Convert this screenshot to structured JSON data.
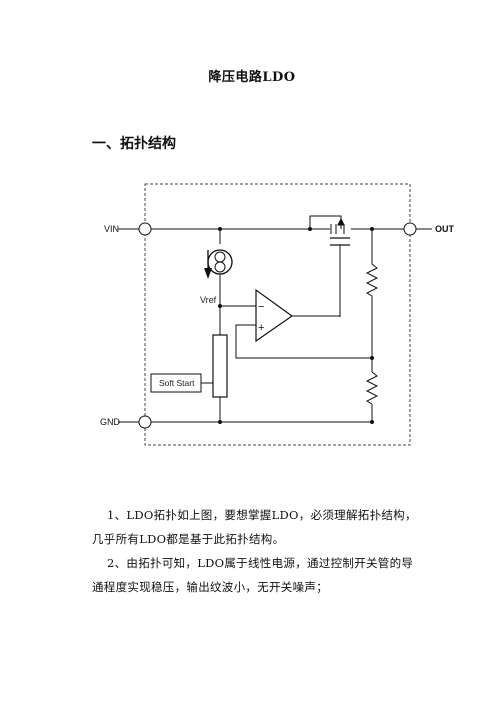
{
  "document": {
    "title": "降压电路LDO",
    "section_heading": "一、拓扑结构"
  },
  "diagram": {
    "labels": {
      "vin": "VIN",
      "out": "OUT",
      "gnd": "GND",
      "vref": "Vref",
      "soft_start": "Soft Start",
      "minus": "−",
      "plus": "+"
    }
  },
  "paragraphs": [
    "1、LDO拓扑如上图，要想掌握LDO，必须理解拓扑结构，几乎所有LDO都是基于此拓扑结构。",
    "2、由拓扑可知，LDO属于线性电源，通过控制开关管的导通程度实现稳压，输出纹波小，无开关噪声；"
  ]
}
